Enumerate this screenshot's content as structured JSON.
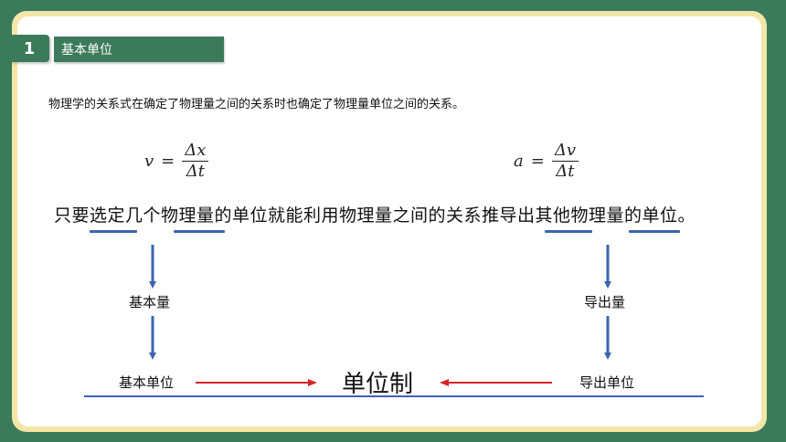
{
  "header": {
    "number": "1",
    "title": "基本单位"
  },
  "intro": "物理学的关系式在确定了物理量之间的关系时也确定了物理量单位之间的关系。",
  "formulas": {
    "left": {
      "lhs": "v",
      "eq": "=",
      "num": "Δx",
      "den": "Δt"
    },
    "right": {
      "lhs": "a",
      "eq": "=",
      "num": "Δv",
      "den": "Δt"
    }
  },
  "main_sentence": "只要选定几个物理量的单位就能利用物理量之间的关系推导出其他物理量的单位。",
  "flow": {
    "base_quantity": "基本量",
    "derived_quantity": "导出量",
    "base_unit": "基本单位",
    "derived_unit": "导出单位",
    "unit_system": "单位制"
  },
  "colors": {
    "green": "#3b7a5a",
    "blue": "#3b64b0",
    "red": "#d42626",
    "frame": "#f4e6a8"
  }
}
